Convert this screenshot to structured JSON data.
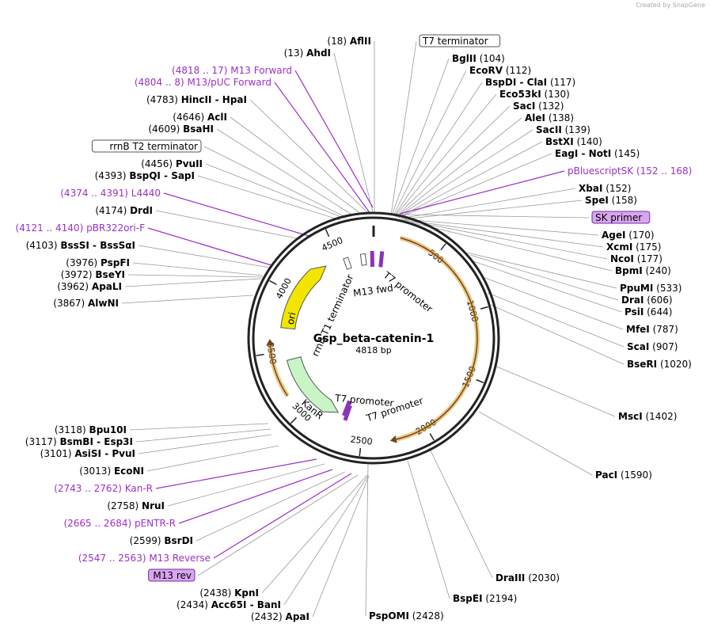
{
  "credit": "Created by SnapGene",
  "plasmid": {
    "name": "Gsp_beta-catenin-1",
    "length": 4818,
    "length_label": "4818 bp"
  },
  "colors": {
    "primer": "#9b30c8",
    "ori": "#f2e600",
    "kanr": "#c9f5c6",
    "cds_outline": "#e69a2e",
    "feature_purple": "#8a35b8"
  },
  "ticks": [
    {
      "bp": 500,
      "label": "500"
    },
    {
      "bp": 1000,
      "label": "1000"
    },
    {
      "bp": 1500,
      "label": "1500"
    },
    {
      "bp": 2000,
      "label": "2000"
    },
    {
      "bp": 2500,
      "label": "2500"
    },
    {
      "bp": 3000,
      "label": "3000"
    },
    {
      "bp": 3500,
      "label": "3500"
    },
    {
      "bp": 4000,
      "label": "4000"
    },
    {
      "bp": 4500,
      "label": "4500"
    }
  ],
  "features": [
    {
      "name": "ori",
      "start": 3700,
      "end": 4250,
      "type": "rep_origin",
      "color": "#f2e600"
    },
    {
      "name": "KanR",
      "start": 2870,
      "end": 3420,
      "type": "CDS",
      "color": "#c9f5c6"
    },
    {
      "name": "rrnB T1 terminator",
      "start": 4520,
      "end": 4610,
      "type": "terminator"
    },
    {
      "name": "M13 fwd",
      "start": 4790,
      "end": 4817,
      "type": "primer_bind"
    },
    {
      "name": "T7 promoter",
      "start": 70,
      "end": 90,
      "type": "promoter"
    },
    {
      "name": "T7 promoter",
      "start": 2660,
      "end": 2680,
      "type": "promoter"
    },
    {
      "name": "T7 promoter",
      "start": 2690,
      "end": 2710,
      "type": "promoter"
    }
  ],
  "orf": {
    "start": 200,
    "end": 2240
  },
  "orf2": {
    "start": 3160,
    "end": 3560
  },
  "right_labels": [
    {
      "text": "T7 terminator",
      "boxed": true,
      "box": "white"
    },
    {
      "name": "BglII",
      "pos": "(104)"
    },
    {
      "name": "EcoRV",
      "pos": "(112)"
    },
    {
      "name": "BspDI  -  ClaI",
      "pos": "(117)"
    },
    {
      "name": "Eco53kI",
      "pos": "(130)"
    },
    {
      "name": "SacI",
      "pos": "(132)"
    },
    {
      "name": "AleI",
      "pos": "(138)"
    },
    {
      "name": "SacII",
      "pos": "(139)"
    },
    {
      "name": "BstXI",
      "pos": "(140)"
    },
    {
      "name": "EagI  -  NotI",
      "pos": "(145)"
    },
    {
      "name": "pBluescriptSK",
      "pos": "(152 .. 168)",
      "primer": true
    },
    {
      "name": "XbaI",
      "pos": "(152)"
    },
    {
      "name": "SpeI",
      "pos": "(158)"
    },
    {
      "text": "SK primer",
      "boxed": true,
      "box": "purple"
    },
    {
      "name": "AgeI",
      "pos": "(170)"
    },
    {
      "name": "XcmI",
      "pos": "(175)"
    },
    {
      "name": "NcoI",
      "pos": "(177)"
    },
    {
      "name": "BpmI",
      "pos": "(240)"
    },
    {
      "name": "PpuMI",
      "pos": "(533)"
    },
    {
      "name": "DraI",
      "pos": "(606)"
    },
    {
      "name": "PsiI",
      "pos": "(644)"
    },
    {
      "name": "MfeI",
      "pos": "(787)"
    },
    {
      "name": "ScaI",
      "pos": "(907)"
    },
    {
      "name": "BseRI",
      "pos": "(1020)"
    },
    {
      "name": "MscI",
      "pos": "(1402)"
    },
    {
      "name": "PacI",
      "pos": "(1590)"
    },
    {
      "name": "DraIII",
      "pos": "(2030)"
    },
    {
      "name": "BspEI",
      "pos": "(2194)"
    },
    {
      "name": "PspOMI",
      "pos": "(2428)"
    }
  ],
  "left_labels": [
    {
      "name": "AflII",
      "pos": "(18)"
    },
    {
      "name": "AhdI",
      "pos": "(13)"
    },
    {
      "name": "M13 Forward",
      "pos": "(4818 .. 17)",
      "primer": true
    },
    {
      "name": "M13/pUC Forward",
      "pos": "(4804 .. 8)",
      "primer": true
    },
    {
      "name": "HincII  -  HpaI",
      "pos": "(4783)"
    },
    {
      "name": "AclI",
      "pos": "(4646)"
    },
    {
      "name": "BsaHI",
      "pos": "(4609)"
    },
    {
      "text": "rrnB T2 terminator",
      "boxed": true,
      "box": "white"
    },
    {
      "name": "PvuII",
      "pos": "(4456)"
    },
    {
      "name": "BspQI  -  SapI",
      "pos": "(4393)"
    },
    {
      "name": "L4440",
      "pos": "(4374 .. 4391)",
      "primer": true
    },
    {
      "name": "DrdI",
      "pos": "(4174)"
    },
    {
      "name": "pBR322ori-F",
      "pos": "(4121 .. 4140)",
      "primer": true
    },
    {
      "name": "BssSI  -  BssSαI",
      "pos": "(4103)"
    },
    {
      "name": "PspFI",
      "pos": "(3976)"
    },
    {
      "name": "BseYI",
      "pos": "(3972)"
    },
    {
      "name": "ApaLI",
      "pos": "(3962)"
    },
    {
      "name": "AlwNI",
      "pos": "(3867)"
    },
    {
      "name": "Bpu10I",
      "pos": "(3118)"
    },
    {
      "name": "BsmBI  -  Esp3I",
      "pos": "(3117)"
    },
    {
      "name": "AsiSI  -  PvuI",
      "pos": "(3101)"
    },
    {
      "name": "EcoNI",
      "pos": "(3013)"
    },
    {
      "name": "Kan-R",
      "pos": "(2743 .. 2762)",
      "primer": true
    },
    {
      "name": "NruI",
      "pos": "(2758)"
    },
    {
      "name": "pENTR-R",
      "pos": "(2665 .. 2684)",
      "primer": true
    },
    {
      "name": "BsrDI",
      "pos": "(2599)"
    },
    {
      "name": "M13 Reverse",
      "pos": "(2547 .. 2563)",
      "primer": true
    },
    {
      "text": "M13 rev",
      "boxed": true,
      "box": "purple"
    },
    {
      "name": "KpnI",
      "pos": "(2438)"
    },
    {
      "name": "Acc65I  -  BanI",
      "pos": "(2434)"
    },
    {
      "name": "ApaI",
      "pos": "(2432)"
    }
  ]
}
